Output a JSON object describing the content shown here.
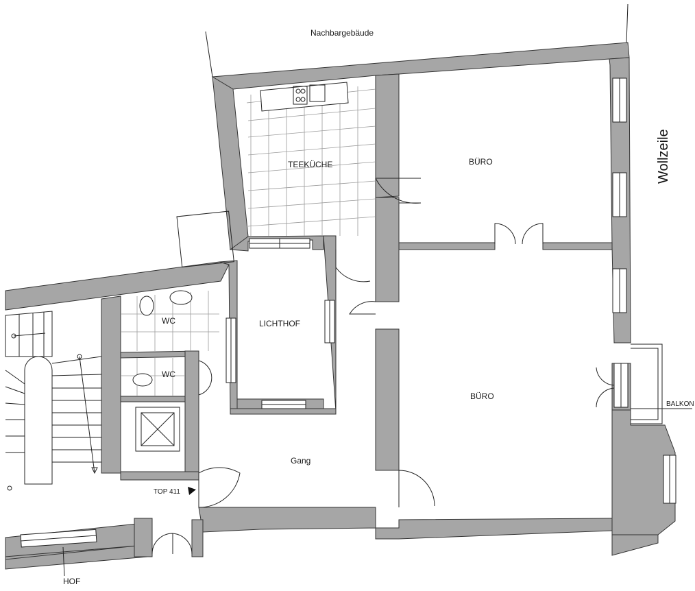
{
  "labels": {
    "neighbor": "Nachbargebäude",
    "street": "Wollzeile",
    "teekueche": "TEEKÜCHE",
    "buero_top": "BÜRO",
    "buero_bottom": "BÜRO",
    "lichthof": "LICHTHOF",
    "wc1": "WC",
    "wc2": "WC",
    "gang": "Gang",
    "top": "TOP 411",
    "balkon": "BALKON",
    "hof": "HOF"
  },
  "colors": {
    "wall": "#a6a6a6",
    "line": "#222222",
    "tile": "#9a9a9a"
  }
}
